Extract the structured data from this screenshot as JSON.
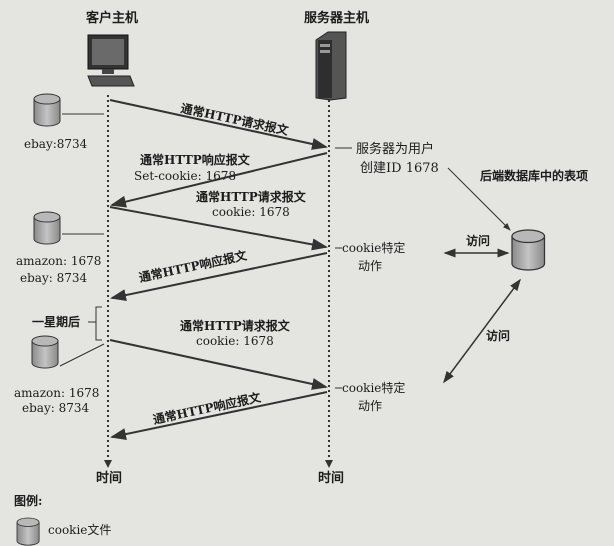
{
  "client": {
    "title": "客户主机",
    "time_label": "时间"
  },
  "server": {
    "title": "服务器主机",
    "time_label": "时间"
  },
  "client_cookies": {
    "first": [
      "ebay:8734"
    ],
    "second": [
      "amazon: 1678",
      "ebay: 8734"
    ],
    "third": [
      "amazon: 1678",
      "ebay: 8734"
    ]
  },
  "messages": [
    {
      "line1": "通常HTTP请求报文",
      "line2": ""
    },
    {
      "line1": "通常HTTP响应报文",
      "line2": "Set-cookie: 1678"
    },
    {
      "line1": "通常HTTP请求报文",
      "line2": "cookie: 1678"
    },
    {
      "line1": "通常HTTP响应报文",
      "line2": ""
    },
    {
      "line1": "通常HTTP请求报文",
      "line2": "cookie: 1678"
    },
    {
      "line1": "通常HTTP响应报文",
      "line2": ""
    }
  ],
  "server_notes": {
    "create_id": [
      "服务器为用户",
      "创建ID 1678"
    ],
    "cookie_action_1": [
      "cookie特定",
      "动作"
    ],
    "cookie_action_2": [
      "cookie特定",
      "动作"
    ]
  },
  "backend": {
    "label": "后端数据库中的表项",
    "access_1": "访问",
    "access_2": "访问"
  },
  "week_later": "一星期后",
  "legend": {
    "title": "图例:",
    "cookie_file": "cookie文件"
  }
}
